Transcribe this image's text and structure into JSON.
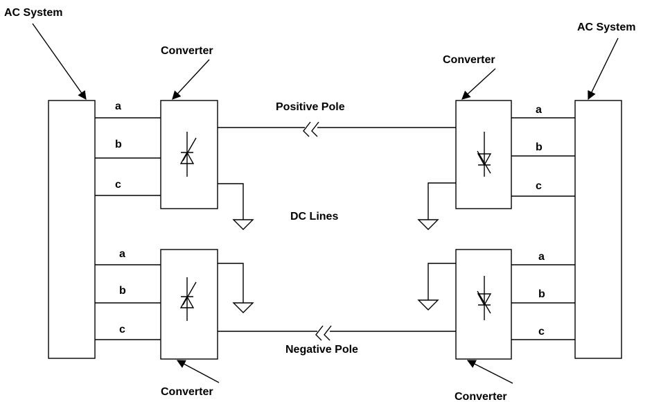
{
  "labels": {
    "ac_system_left": "AC System",
    "ac_system_right": "AC System",
    "converter_top_left": "Converter",
    "converter_top_right": "Converter",
    "converter_bottom_left": "Converter",
    "converter_bottom_right": "Converter",
    "positive_pole": "Positive Pole",
    "negative_pole": "Negative Pole",
    "dc_lines": "DC Lines"
  },
  "phases": {
    "top_left": [
      "a",
      "b",
      "c"
    ],
    "bottom_left": [
      "a",
      "b",
      "c"
    ],
    "top_right": [
      "a",
      "b",
      "c"
    ],
    "bottom_right": [
      "a",
      "b",
      "c"
    ]
  }
}
